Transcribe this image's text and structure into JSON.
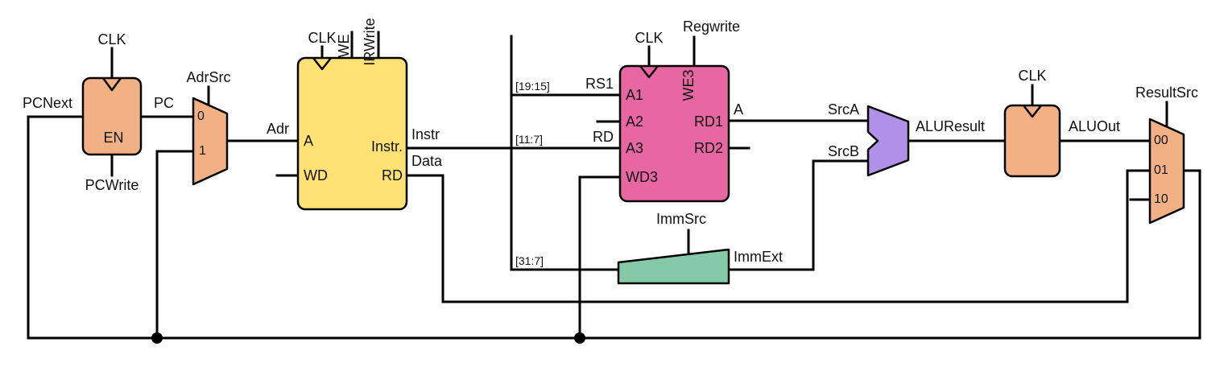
{
  "colors": {
    "block_register": "#f2b184",
    "block_memory": "#ffe174",
    "block_regfile": "#e767a3",
    "block_extend": "#84caa9",
    "block_alu": "#b190e8",
    "wire": "#000000"
  },
  "pc_register": {
    "clk": "CLK",
    "en": "EN",
    "pcwrite": "PCWrite",
    "in_label": "PCNext",
    "out_label": "PC"
  },
  "adr_mux": {
    "control": "AdrSrc",
    "in0": "0",
    "in1": "1",
    "out_label": "Adr"
  },
  "memory": {
    "clk": "CLK",
    "we": "WE",
    "irwrite": "IRWrite",
    "port_a": "A",
    "port_wd": "WD",
    "port_instr": "Instr.",
    "port_rd": "RD",
    "out_instr": "Instr",
    "out_data": "Data"
  },
  "instr_slices": {
    "rs1_bits": "[19:15]",
    "rd_bits": "[11:7]",
    "imm_bits": "[31:7]",
    "rs1": "RS1",
    "rd": "RD"
  },
  "register_file": {
    "clk": "CLK",
    "regwrite": "Regwrite",
    "we3": "WE3",
    "port_a1": "A1",
    "port_a2": "A2",
    "port_a3": "A3",
    "port_wd3": "WD3",
    "port_rd1": "RD1",
    "port_rd2": "RD2",
    "out_a": "A"
  },
  "extend": {
    "control": "ImmSrc",
    "out_label": "ImmExt"
  },
  "alu": {
    "in_a": "SrcA",
    "in_b": "SrcB",
    "out_label": "ALUResult"
  },
  "aluout_register": {
    "clk": "CLK",
    "out_label": "ALUOut"
  },
  "result_mux": {
    "control": "ResultSrc",
    "in00": "00",
    "in01": "01",
    "in10": "10"
  }
}
